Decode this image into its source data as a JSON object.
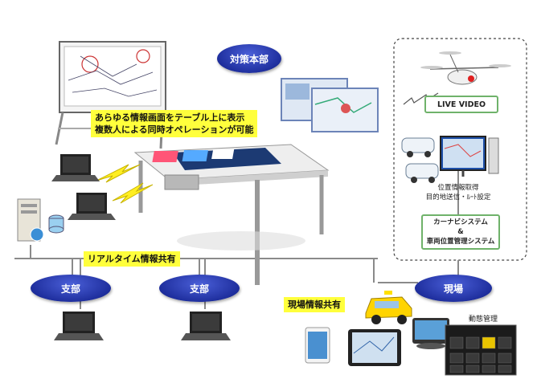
{
  "nodes": {
    "hq": "対策本部",
    "branch_left": "支部",
    "branch_right": "支部",
    "field": "現場"
  },
  "labels": {
    "table_caption_line1": "あらゆる情報画面をテーブル上に表示",
    "table_caption_line2": "複数人による同時オペレーションが可能",
    "realtime_sharing": "リアルタイム情報共有",
    "field_sharing": "現場情報共有",
    "live_video": "LIVE VIDEO",
    "location_line1": "位置情報取得",
    "location_line2": "目的地送信・ﾙｰﾄ設定",
    "carnav_line1": "カーナビシステム",
    "carnav_line2": "&",
    "carnav_line3": "車両位置管理システム",
    "dispatch": "動態管理"
  },
  "colors": {
    "oval_blue": "#1f2f9e",
    "label_yellow": "#ffff3c",
    "line_gray": "#888888",
    "box_green": "#6fb26a"
  }
}
